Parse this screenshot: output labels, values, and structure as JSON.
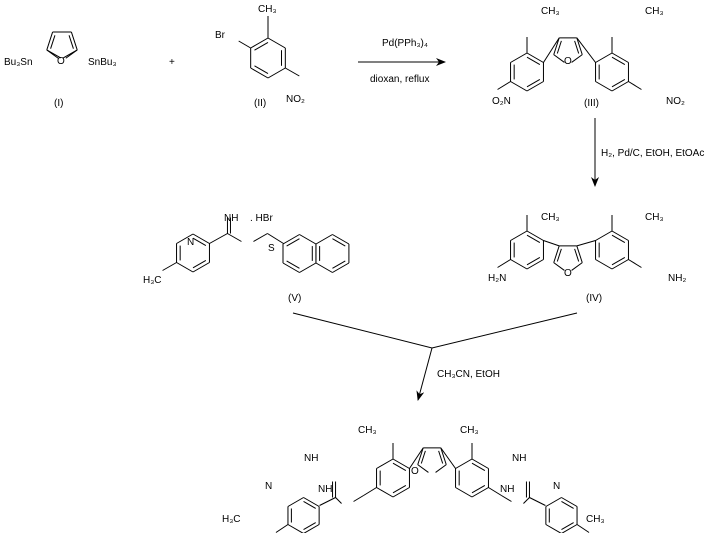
{
  "compounds": {
    "I": {
      "label": "(I)",
      "left_group": "Bu₃Sn",
      "right_group": "SnBu₃",
      "ring_atom": "O"
    },
    "II": {
      "label": "(II)",
      "halogen": "Br",
      "methyl": "CH₃",
      "nitro": "NO₂"
    },
    "III": {
      "label": "(III)",
      "methyl_left": "CH₃",
      "methyl_right": "CH₃",
      "nitro_left": "O₂N",
      "nitro_right": "NO₂",
      "ring_atom": "O"
    },
    "IV": {
      "label": "(IV)",
      "methyl_left": "CH₃",
      "methyl_right": "CH₃",
      "amine_left": "H₂N",
      "amine_right": "NH₂",
      "ring_atom": "O"
    },
    "V": {
      "label": "(V)",
      "imine": "NH",
      "salt": ". HBr",
      "sulfur": "S",
      "ring_n": "N",
      "methyl": "H₃C"
    },
    "product": {
      "methyl_left": "CH₃",
      "methyl_right": "CH₃",
      "ring_atom": "O",
      "nh_left": "NH",
      "nh_right": "NH",
      "imine_left": "NH",
      "imine_right": "NH",
      "py_n_left": "N",
      "py_n_right": "N",
      "py_methyl_left": "H₃C",
      "py_methyl_right": "CH₃"
    }
  },
  "plus": "+",
  "reactions": {
    "step1": {
      "above": "Pd(PPh₃)₄",
      "below": "dioxan, reflux"
    },
    "step2": {
      "conditions": "H₂, Pd/C, EtOH, EtOAc"
    },
    "step3": {
      "conditions": "CH₃CN, EtOH"
    }
  }
}
